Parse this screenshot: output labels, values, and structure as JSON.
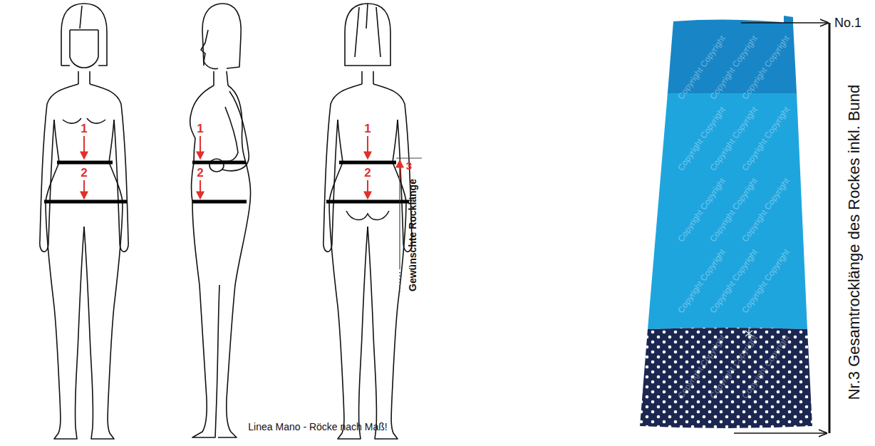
{
  "diagram": {
    "caption": "Linea Mano - Röcke nach Maß!",
    "labels": [
      "1",
      "2",
      "1",
      "2",
      "1",
      "2",
      "3",
      "Gewünschte Rocklänge",
      "No.1",
      "Nr.3 Gesamtrocklänge des Rockes inkl. Bund",
      "Copyright Copyright",
      "Copyright Copyright",
      "Copyright Copyright",
      "Copyright Copyright",
      "Copyright Copyright",
      "Copyright Copyright",
      "Copyright Copyright",
      "Copyright Copyright",
      "Copyright Copyright",
      "Copyright Copyright",
      "Copyright Copyright",
      "Copyright Copyright",
      "Copyright Copyright",
      "Copyright Copyright",
      "Copyright Copyright"
    ]
  }
}
